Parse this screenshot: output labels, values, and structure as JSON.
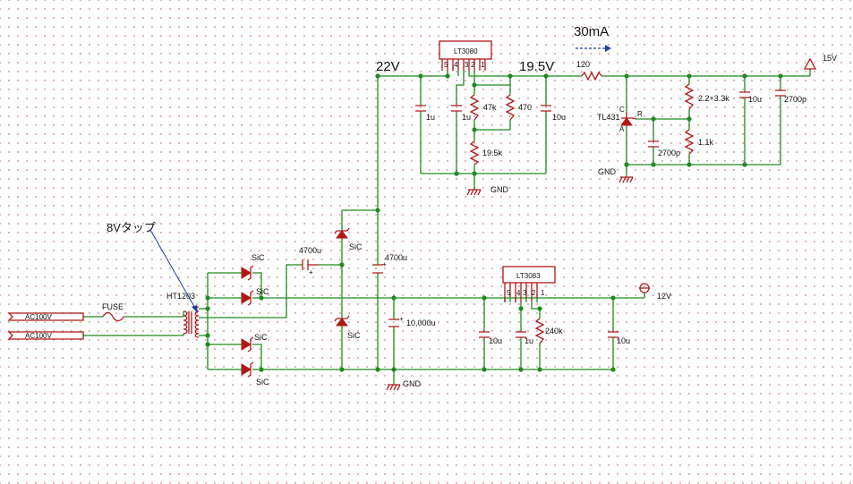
{
  "labels": {
    "ac1": "AC100V",
    "ac2": "AC100V",
    "fuse": "FUSE",
    "transformer": "HT1203",
    "tap_note": "8Vタップ",
    "diode_top": "SiC",
    "diode_mid": "SiC",
    "diode_low1": "SiC",
    "diode_low2": "SiC",
    "diode_vert_top": "SiC",
    "diode_vert_bot": "SiC",
    "cap_series": "4700u",
    "cap_22v": "4700u",
    "cap_main": "10,000u",
    "gnd_main": "GND",
    "v22": "22V",
    "v195": "19.5V",
    "lt3080": "LT3080",
    "lt3080_pins": [
      "5",
      "4",
      "3",
      "2",
      "1"
    ],
    "c1u_a": "1u",
    "c1u_b": "1u",
    "r47k": "47k",
    "r470": "470",
    "c10u_a": "10u",
    "r195k": "19.5k",
    "gnd_upper": "GND",
    "current": "30mA",
    "r120": "120",
    "tl431": "TL431",
    "tl_c": "C",
    "tl_a": "A",
    "tl_r": "R",
    "c2700p_a": "2700p",
    "r_top": "2.2+3.3k",
    "r11k": "1.1k",
    "c10u_b": "10u",
    "c2700p_b": "2700p",
    "gnd_tl": "GND",
    "out15": "15V",
    "lt3083": "LT3083",
    "lt3083_pins": [
      "5",
      "4",
      "3",
      "2",
      "1"
    ],
    "c10u_c": "10u",
    "c1u_c": "1u",
    "r240k": "240k",
    "c10u_d": "10u",
    "out12": "12V"
  },
  "colors": {
    "wire": "#1f8a1f",
    "component": "#b01818",
    "grid_dot": "#d2a4a4",
    "arrow": "#1b3fa8"
  }
}
